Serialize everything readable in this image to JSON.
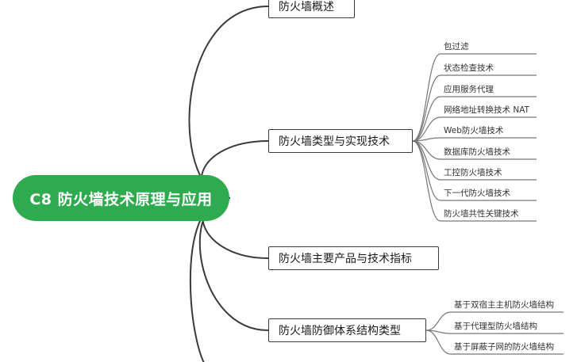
{
  "root": {
    "label": "C8 防火墙技术原理与应用"
  },
  "branches": [
    {
      "label": "防火墙概述",
      "children": []
    },
    {
      "label": "防火墙类型与实现技术",
      "children": [
        "包过滤",
        "状态检查技术",
        "应用服务代理",
        "网络地址转换技术 NAT",
        "Web防火墙技术",
        "数据库防火墙技术",
        "工控防火墙技术",
        "下一代防火墙技术",
        "防火墙共性关键技术"
      ]
    },
    {
      "label": "防火墙主要产品与技术指标",
      "children": []
    },
    {
      "label": "防火墙防御体系结构类型",
      "children": [
        "基于双宿主主机防火墙结构",
        "基于代理型防火墙结构",
        "基于屏蔽子网的防火墙结构"
      ]
    }
  ],
  "colors": {
    "root_fill": "#2eaa4f",
    "line": "#3a3a3a",
    "leaf_line": "#777777"
  }
}
